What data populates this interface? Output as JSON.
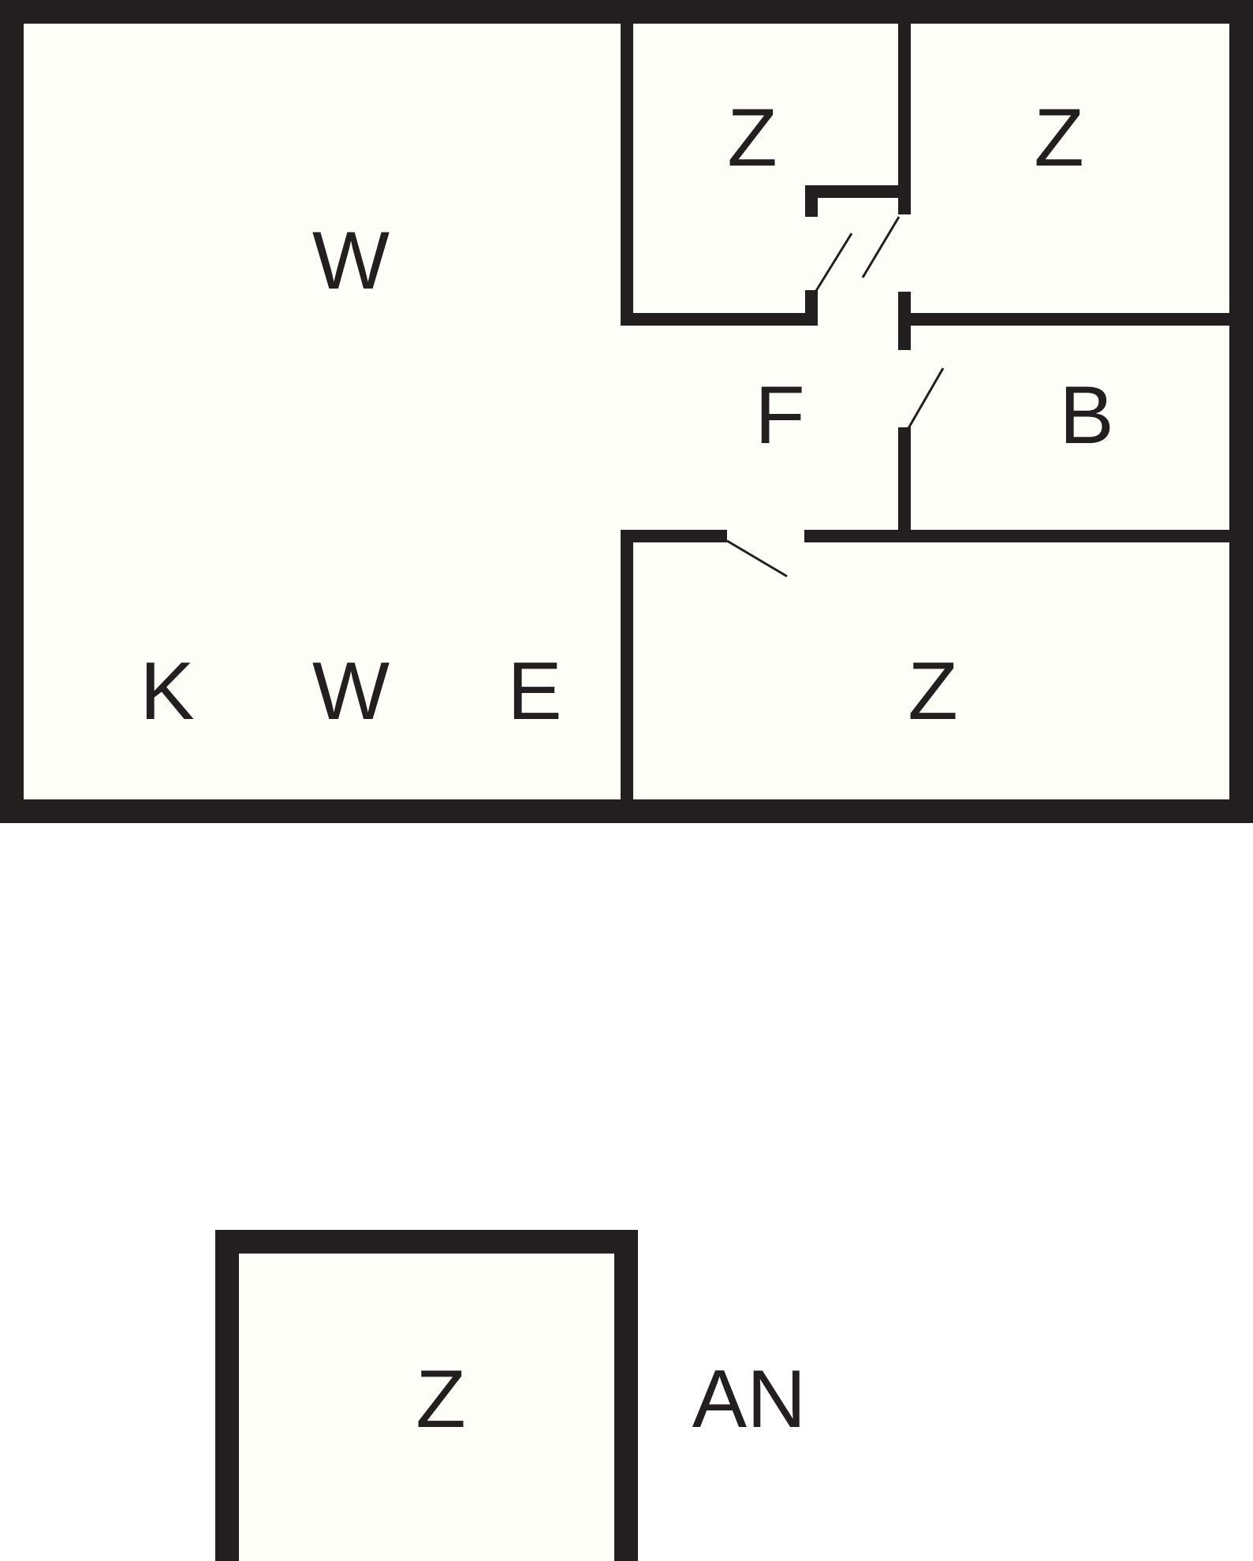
{
  "colors": {
    "wall": "#231f20",
    "floor": "#fefef9",
    "background": "#ffffff"
  },
  "main_unit": {
    "rooms": {
      "living_room": {
        "label": "W"
      },
      "bedroom_top_left": {
        "label": "Z"
      },
      "bedroom_top_right": {
        "label": "Z"
      },
      "hallway": {
        "label": "F"
      },
      "bathroom": {
        "label": "B"
      },
      "bedroom_bottom": {
        "label": "Z"
      },
      "kitchen": {
        "label": "K"
      },
      "dining_area": {
        "label": "W"
      },
      "entrance": {
        "label": "E"
      }
    }
  },
  "annex": {
    "room": {
      "label": "Z"
    },
    "caption": "AN"
  }
}
